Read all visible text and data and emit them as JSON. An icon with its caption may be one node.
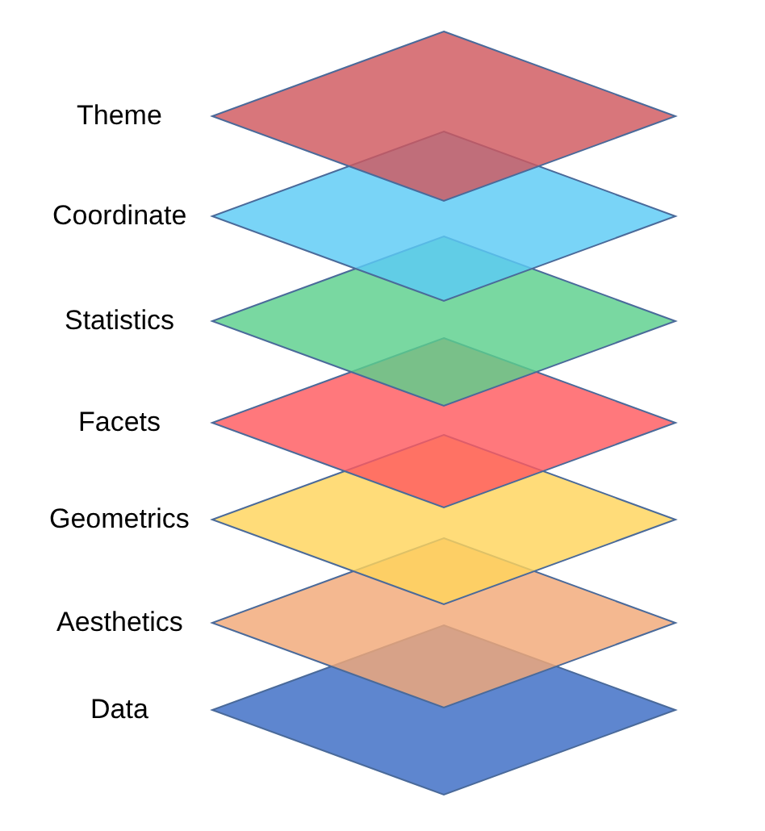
{
  "diagram": {
    "nodes": [
      {
        "text": [
          "Theme"
        ]
      },
      {
        "text": [
          "Coordinate"
        ]
      },
      {
        "text": [
          "Statistics"
        ]
      },
      {
        "text": [
          "Facets"
        ]
      },
      {
        "text": [
          "Geometrics"
        ]
      },
      {
        "text": [
          "Aesthetics"
        ]
      },
      {
        "text": [
          "Data"
        ]
      }
    ]
  }
}
